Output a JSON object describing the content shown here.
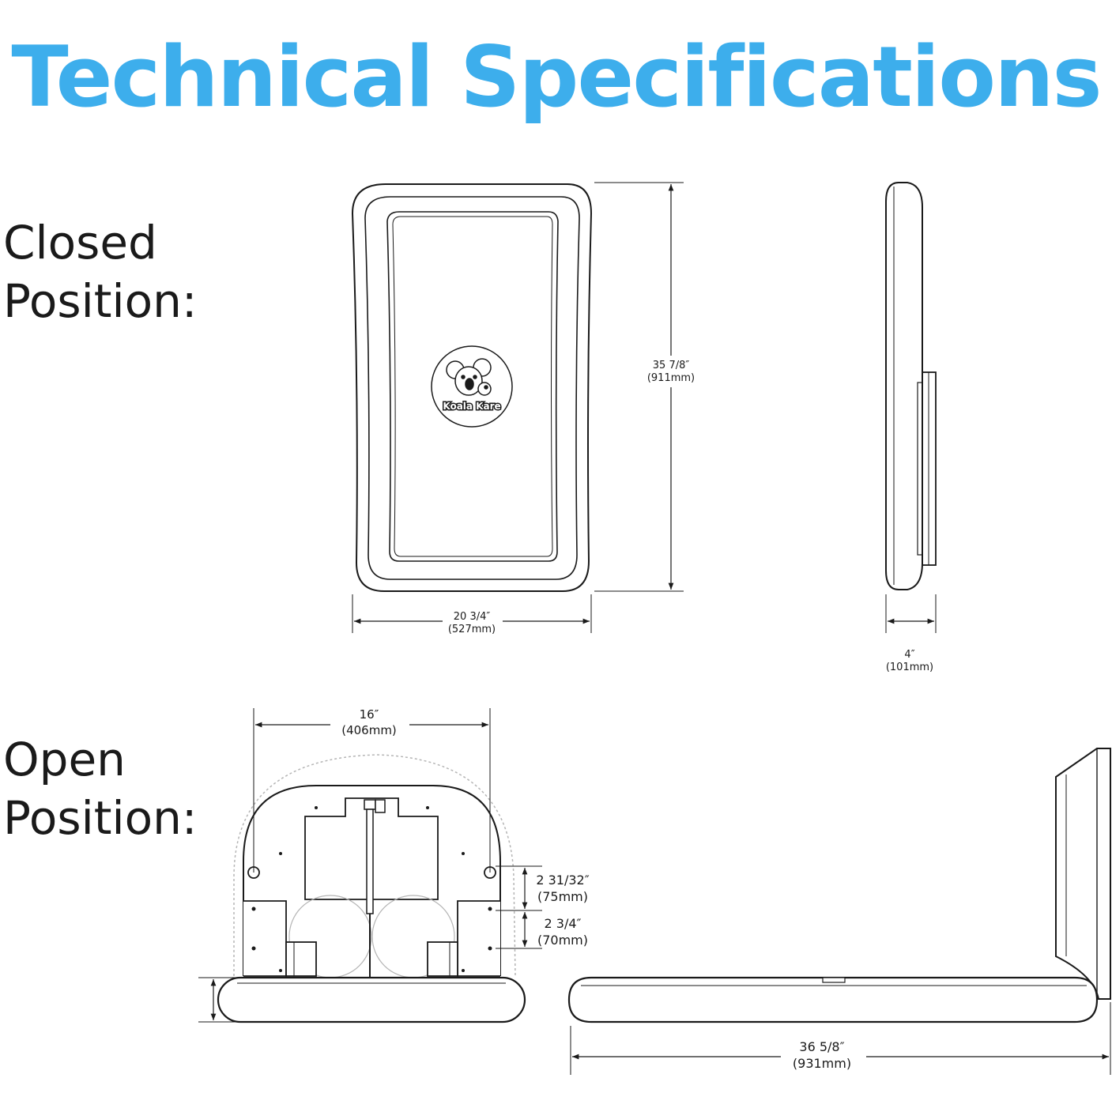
{
  "title": "Technical Specifications",
  "closed_label": {
    "line1": "Closed",
    "line2": "Position:"
  },
  "open_label": {
    "line1": "Open",
    "line2": "Position:"
  },
  "logo_text": "Koala Kare",
  "dimensions": {
    "closed_height": {
      "imperial": "35 7/8″",
      "metric": "(911mm)"
    },
    "closed_width": {
      "imperial": "20 3/4″",
      "metric": "(527mm)"
    },
    "closed_depth": {
      "imperial": "4″",
      "metric": "(101mm)"
    },
    "open_mount_width": {
      "imperial": "16″",
      "metric": "(406mm)"
    },
    "open_mount_height": {
      "imperial": "2 31/32″",
      "metric": "(75mm)"
    },
    "open_hole_spacing": {
      "imperial": "2 3/4″",
      "metric": "(70mm)"
    },
    "open_length": {
      "imperial": "36 5/8″",
      "metric": "(931mm)"
    }
  },
  "colors": {
    "title": "#3daeec",
    "line": "#1a1a1a",
    "ghost": "#b5b5b5"
  }
}
